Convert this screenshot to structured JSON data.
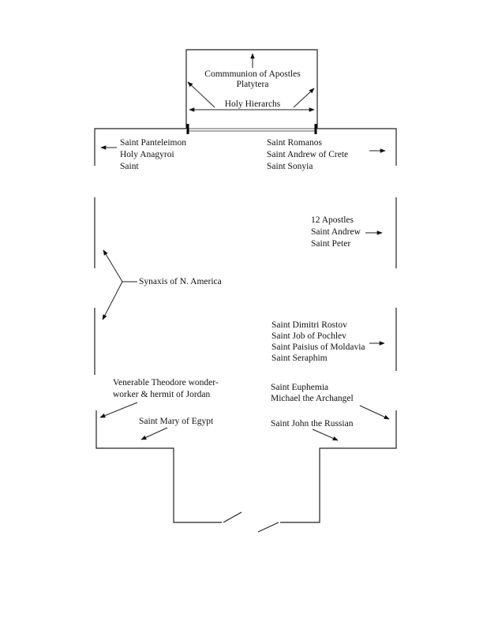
{
  "apse": {
    "line1": "Commmunion of Apostles",
    "line2": "Platytera",
    "hierarchs": "Holy Hierarchs"
  },
  "north_upper": {
    "line1": "Saint Panteleimon",
    "line2": "Holy Anagyroi",
    "line3": "Saint"
  },
  "south_upper": {
    "line1": "Saint Romanos",
    "line2": "Saint Andrew of Crete",
    "line3": "Saint Sonyia"
  },
  "south_middle": {
    "line1": "12 Apostles",
    "line2": "Saint Andrew",
    "line3": "Saint Peter"
  },
  "synaxis": "Synaxis of N. America",
  "south_lower": {
    "line1": "Saint Dimitri Rostov",
    "line2": "Saint Job of Pochlev",
    "line3": "Saint Paisius of Moldavia",
    "line4": "Saint Seraphim"
  },
  "north_west": {
    "line1": "Venerable Theodore wonder-",
    "line2": "worker & hermit of Jordan",
    "line3": "Saint Mary of Egypt"
  },
  "south_west": {
    "line1": "Saint Euphemia",
    "line2": "Michael the Archangel",
    "line3": "Saint John the Russian"
  }
}
